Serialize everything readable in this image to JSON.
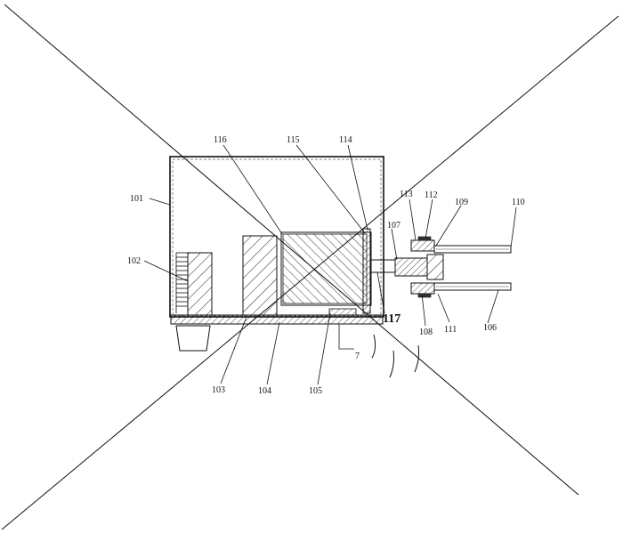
{
  "figure": {
    "labels": {
      "l101": "101",
      "l102": "102",
      "l103": "103",
      "l104": "104",
      "l105": "105",
      "l106": "106",
      "l107": "107",
      "l108": "108",
      "l109": "109",
      "l110": "110",
      "l111": "111",
      "l112": "112",
      "l113": "113",
      "l114": "114",
      "l115": "115",
      "l116": "116",
      "l117": "117",
      "l7": "7"
    }
  }
}
